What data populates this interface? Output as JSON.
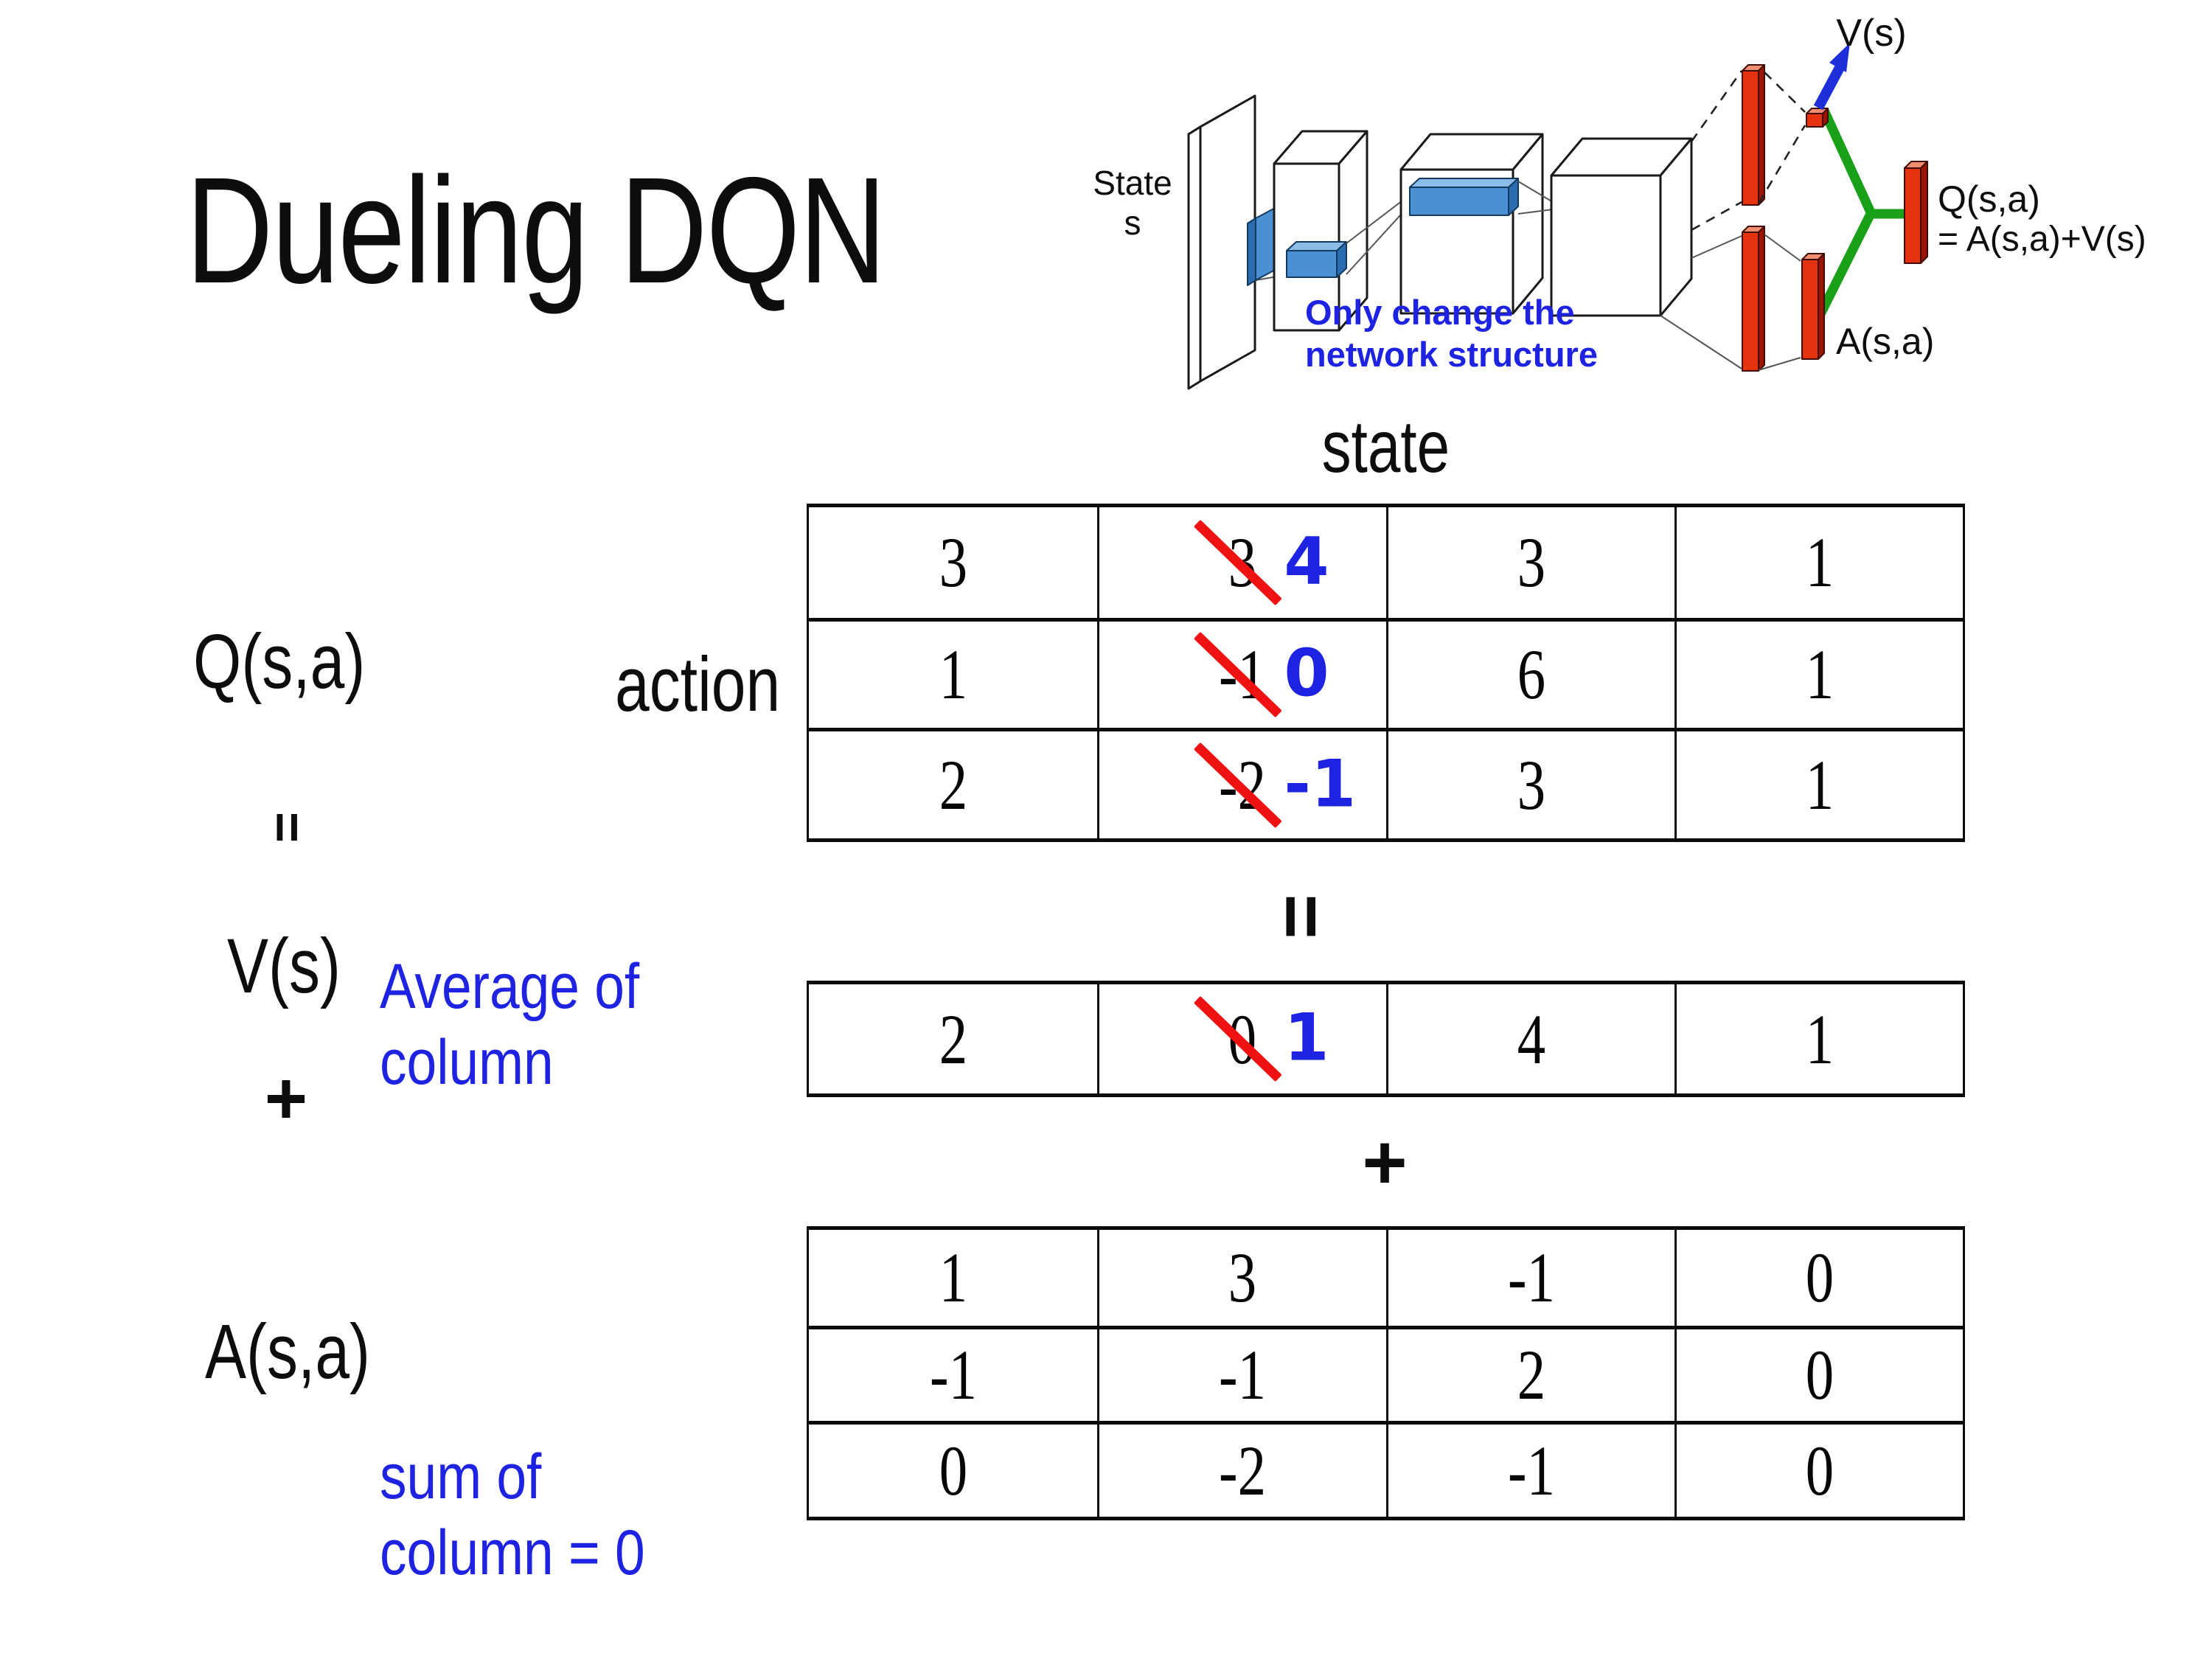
{
  "title": "Dueling DQN",
  "colors": {
    "annotation_blue": "#1d23e0",
    "strike_red": "#ee1212",
    "bar_red": "#e5330f",
    "merge_green": "#18a018",
    "feature_blue": "#4a90d2",
    "arrow_blue": "#1c2fd8"
  },
  "diagram": {
    "state_line1": "State",
    "state_line2": "s",
    "note1": "Only change the",
    "note2": "network structure",
    "v_out": "V(s)",
    "q_out": "Q(s,a)",
    "q_formula": "= A(s,a)+V(s)",
    "a_out": "A(s,a)"
  },
  "eq": {
    "q_label": "Q(s,a)",
    "eq_left": "=",
    "v_label": "V(s)",
    "plus_left": "+",
    "a_label": "A(s,a)",
    "action": "action",
    "state": "state",
    "eq_center": "=",
    "plus_center": "+",
    "avg_1": "Average of",
    "avg_2": "column",
    "sum_1": "sum of",
    "sum_2": "column = 0"
  },
  "q_table": {
    "rows": [
      [
        "3",
        "3",
        "3",
        "1"
      ],
      [
        "1",
        "-1",
        "6",
        "1"
      ],
      [
        "2",
        "-2",
        "3",
        "1"
      ]
    ],
    "corrections": [
      "4",
      "0",
      "-1"
    ]
  },
  "v_table": {
    "cells": [
      "2",
      "0",
      "4",
      "1"
    ],
    "correction": "1"
  },
  "a_table": {
    "rows": [
      [
        "1",
        "3",
        "-1",
        "0"
      ],
      [
        "-1",
        "-1",
        "2",
        "0"
      ],
      [
        "0",
        "-2",
        "-1",
        "0"
      ]
    ]
  }
}
